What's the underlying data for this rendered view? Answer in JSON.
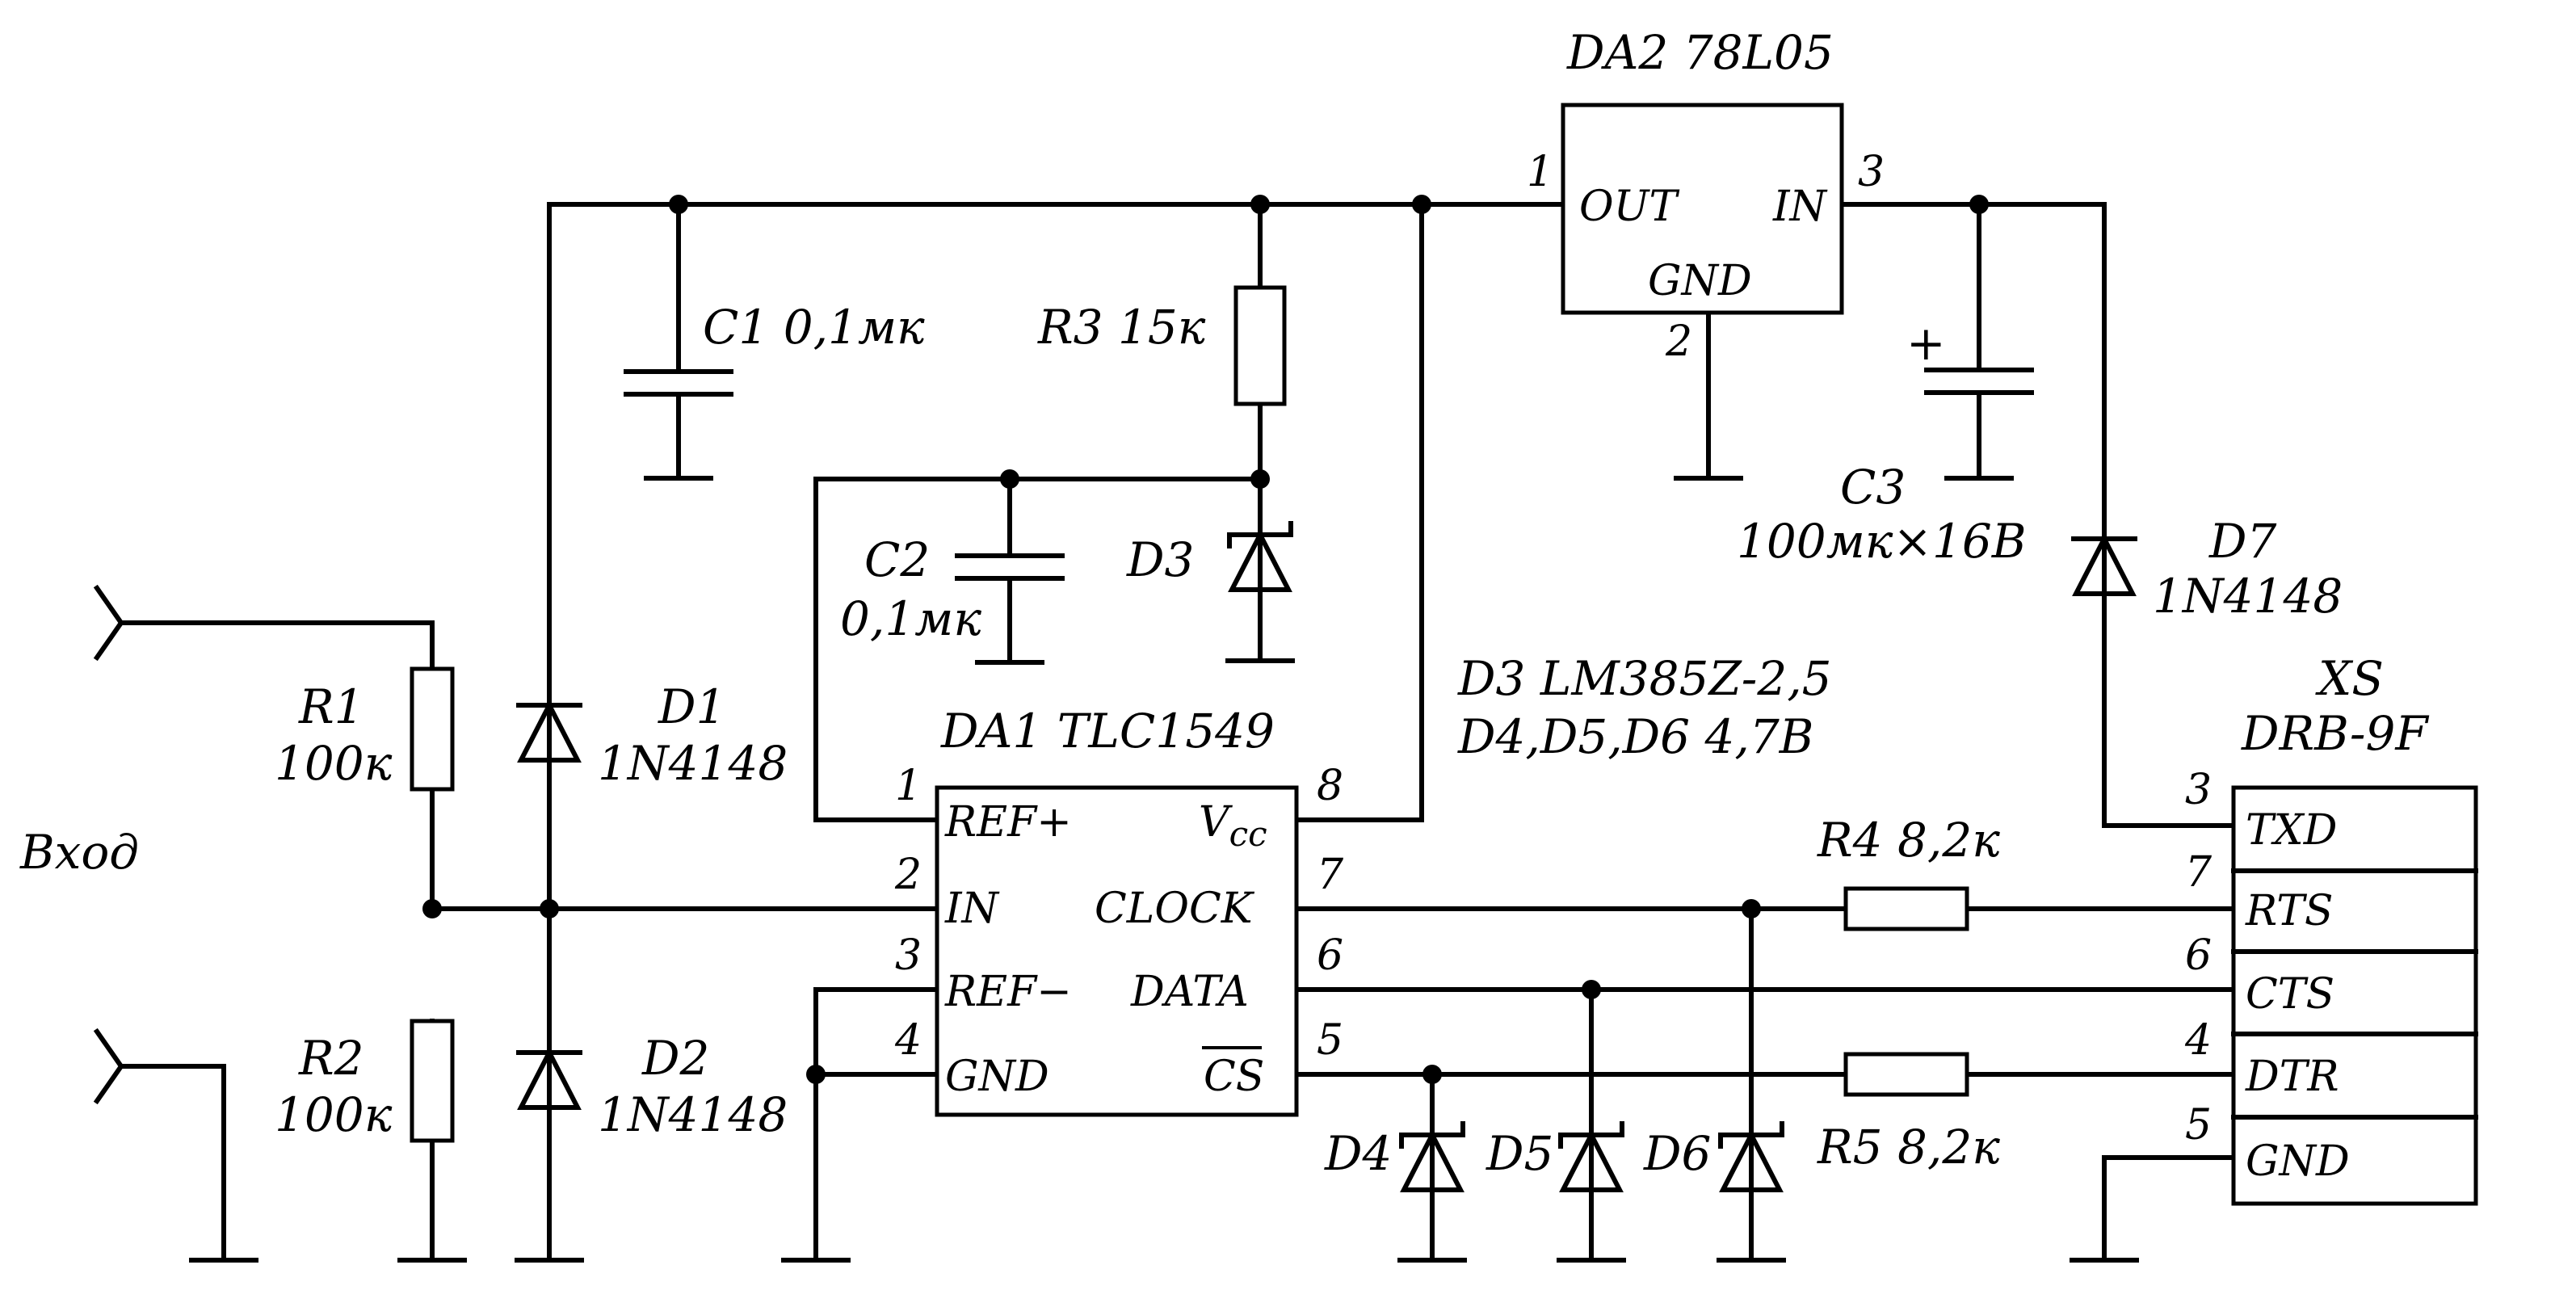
{
  "labels": {
    "da2": "DA2 78L05",
    "da2_out": "OUT",
    "da2_in": "IN",
    "da2_gnd": "GND",
    "da2_pin1": "1",
    "da2_pin2": "2",
    "da2_pin3": "3",
    "c1": "C1 0,1мк",
    "r3": "R3 15к",
    "c2_a": "C2",
    "c2_b": "0,1мк",
    "d3": "D3",
    "c3_a": "C3",
    "c3_b": "100мк×16В",
    "c3_plus": "+",
    "d7_a": "D7",
    "d7_b": "1N4148",
    "note1": "D3 LM385Z-2,5",
    "note2": "D4,D5,D6 4,7В",
    "xs_a": "XS",
    "xs_b": "DRB-9F",
    "r1_a": "R1",
    "r1_b": "100к",
    "d1_a": "D1",
    "d1_b": "1N4148",
    "input": "Вход",
    "r2_a": "R2",
    "r2_b": "100к",
    "d2_a": "D2",
    "d2_b": "1N4148",
    "da1": "DA1 TLC1549",
    "da1_ref_plus": "REF+",
    "da1_in": "IN",
    "da1_ref_minus": "REF−",
    "da1_gnd": "GND",
    "da1_vcc_v": "V",
    "da1_vcc_cc": "cc",
    "da1_clock": "CLOCK",
    "da1_data": "DATA",
    "da1_cs": "CS",
    "da1_p1": "1",
    "da1_p2": "2",
    "da1_p3": "3",
    "da1_p4": "4",
    "da1_p8": "8",
    "da1_p7": "7",
    "da1_p6": "6",
    "da1_p5": "5",
    "r4": "R4 8,2к",
    "r5": "R5 8,2к",
    "d4": "D4",
    "d5": "D5",
    "d6": "D6",
    "xs_txd": "TXD",
    "xs_rts": "RTS",
    "xs_cts": "CTS",
    "xs_dtr": "DTR",
    "xs_gnd": "GND",
    "xs_p3": "3",
    "xs_p7": "7",
    "xs_p6": "6",
    "xs_p4": "4",
    "xs_p5": "5"
  }
}
